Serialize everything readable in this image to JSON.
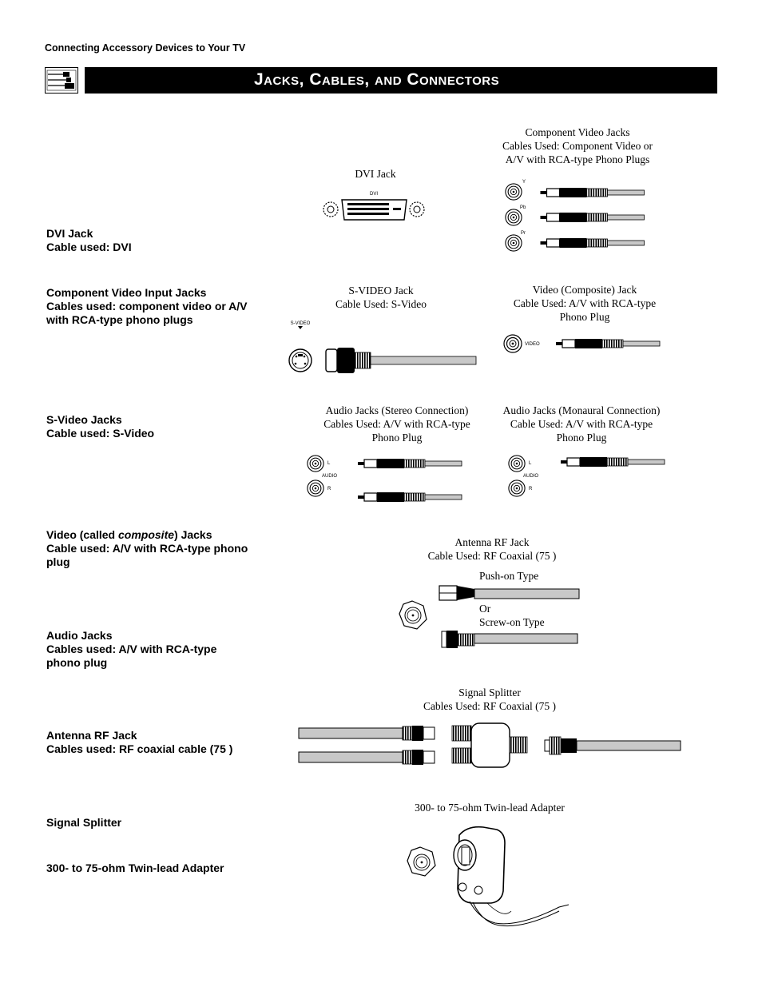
{
  "header": {
    "section_label": "Connecting Accessory Devices to Your TV",
    "title": "Jacks, Cables, and Connectors"
  },
  "left_labels": {
    "dvi": [
      "DVI Jack",
      "Cable used: DVI"
    ],
    "component": [
      "Component Video Input Jacks",
      "Cables used: component video or A/V",
      "with RCA-type phono plugs"
    ],
    "svideo": [
      "S-Video Jacks",
      "Cable used: S-Video"
    ],
    "video": {
      "prefix": "Video (called ",
      "emph": "composite",
      "suffix": ") Jacks",
      "line2": "Cable used: A/V with RCA-type phono",
      "line3": "plug"
    },
    "audio": [
      "Audio Jacks",
      "Cables used: A/V with RCA-type",
      "phono plug"
    ],
    "antenna": [
      "Antenna RF Jack",
      "Cables used: RF coaxial cable (75   )"
    ],
    "splitter": "Signal Splitter",
    "adapter": "300- to 75-ohm Twin-lead Adapter"
  },
  "captions": {
    "dvi": "DVI Jack",
    "component": [
      "Component Video Jacks",
      "Cables Used: Component Video or",
      "A/V with RCA-type Phono Plugs"
    ],
    "svideo": [
      "S-VIDEO Jack",
      "Cable Used: S-Video"
    ],
    "video": [
      "Video (Composite) Jack",
      "Cable Used: A/V with RCA-type",
      "Phono Plug"
    ],
    "audio_stereo": [
      "Audio Jacks (Stereo Connection)",
      "Cables Used: A/V with RCA-type",
      "Phono Plug"
    ],
    "audio_mono": [
      "Audio Jacks (Monaural Connection)",
      "Cable Used: A/V with RCA-type",
      "Phono Plug"
    ],
    "antenna": [
      "Antenna RF Jack",
      "Cable Used: RF Coaxial (75   )"
    ],
    "push_on": "Push-on Type",
    "or": "Or",
    "screw_on": "Screw-on Type",
    "splitter": [
      "Signal Splitter",
      "Cables Used: RF Coaxial (75   )"
    ],
    "adapter": "300- to 75-ohm Twin-lead Adapter"
  },
  "jack_labels": {
    "dvi": "DVI",
    "y": "Y",
    "pb": "Pb",
    "pr": "Pr",
    "svideo": "S-VIDEO",
    "video": "VIDEO",
    "l": "L",
    "audio": "AUDIO",
    "r": "R"
  }
}
